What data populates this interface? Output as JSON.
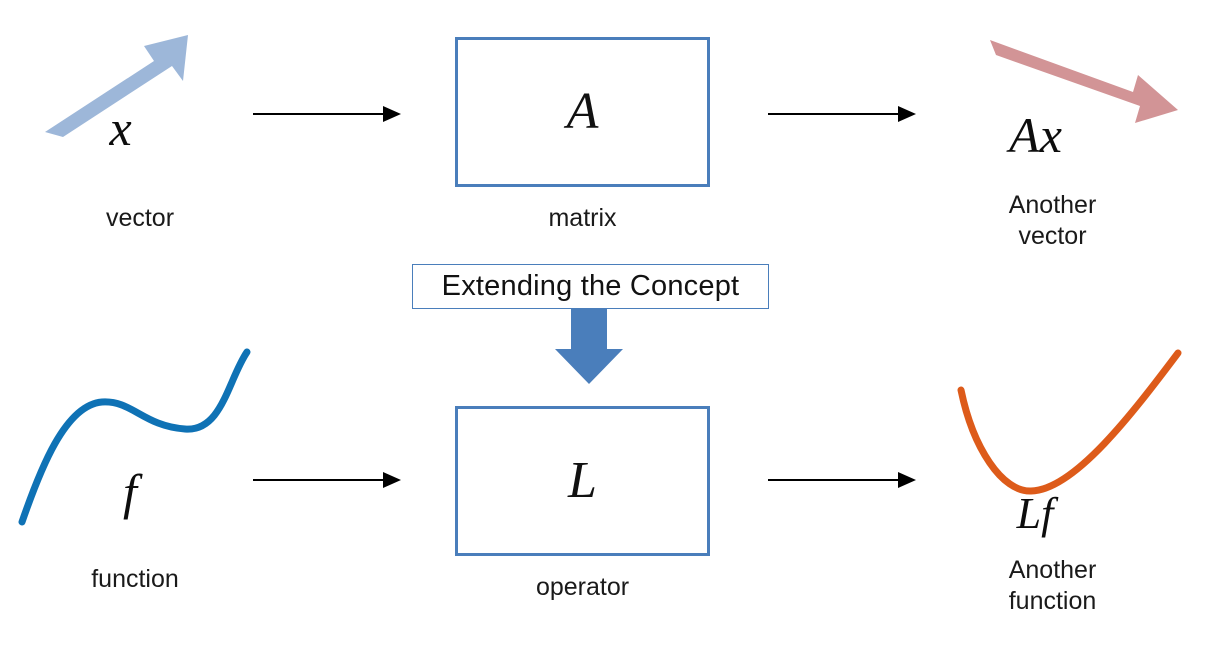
{
  "diagram": {
    "title_banner": {
      "label": "Extending the Concept"
    },
    "colors": {
      "box_border": "#4A7EBB",
      "block_arrow_fill": "#4A7EBB",
      "input_vector": "#9DB7D9",
      "output_vector": "#D29496",
      "input_function_curve": "#0F72B5",
      "output_function_curve": "#DD5B1A",
      "connector_arrow": "#000000",
      "text": "#111111",
      "background": "#FFFFFF"
    },
    "rows": [
      {
        "id": "vector-row",
        "input": {
          "icon": "up-right-vector-arrow",
          "symbol": "x⃗",
          "caption": "vector"
        },
        "transform": {
          "symbol": "A",
          "caption": "matrix"
        },
        "output": {
          "icon": "down-right-vector-arrow",
          "symbol": "Ax⃗",
          "caption": "Another\nvector"
        }
      },
      {
        "id": "function-row",
        "input": {
          "icon": "s-shaped-curve",
          "symbol": "f",
          "caption": "function"
        },
        "transform": {
          "symbol": "L",
          "caption": "operator"
        },
        "output": {
          "icon": "u-shaped-curve",
          "symbol": "Lf",
          "caption": "Another\nfunction"
        }
      }
    ]
  }
}
